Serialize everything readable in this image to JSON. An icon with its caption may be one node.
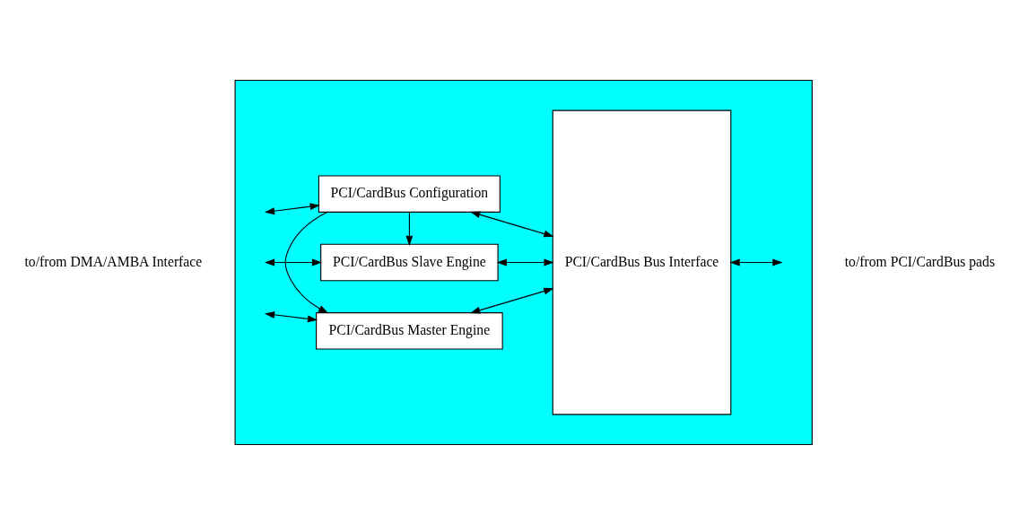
{
  "diagram": {
    "nodes": [
      {
        "text": [],
        "shape": "box"
      },
      {
        "text": [
          "PCI/CardBus Configuration"
        ],
        "in": 0
      },
      {
        "text": [
          "PCI/CardBus Slave Engine"
        ],
        "in": 0
      },
      {
        "text": [
          "PCI/CardBus Master Engine"
        ],
        "in": 0
      },
      {
        "text": [
          "PCI/CardBus Bus Interface"
        ],
        "in": 0
      }
    ],
    "edges": [
      {
        "from": null,
        "to": 1,
        "arrow": "both"
      },
      {
        "from": null,
        "to": 2,
        "arrow": "both"
      },
      {
        "from": null,
        "to": 3,
        "arrow": "both"
      },
      {
        "from": 1,
        "to": 4,
        "arrow": "both"
      },
      {
        "from": 2,
        "to": 4,
        "arrow": "both"
      },
      {
        "from": 3,
        "to": 4,
        "arrow": "both"
      },
      {
        "from": 1,
        "to": 2,
        "arrow": "to"
      },
      {
        "from": 1,
        "to": 3,
        "arrow": "to"
      },
      {
        "from": 4,
        "to": null,
        "arrow": "both"
      }
    ],
    "labels": [
      "to/from DMA/AMBA Interface",
      "to/from PCI/CardBus pads"
    ]
  }
}
